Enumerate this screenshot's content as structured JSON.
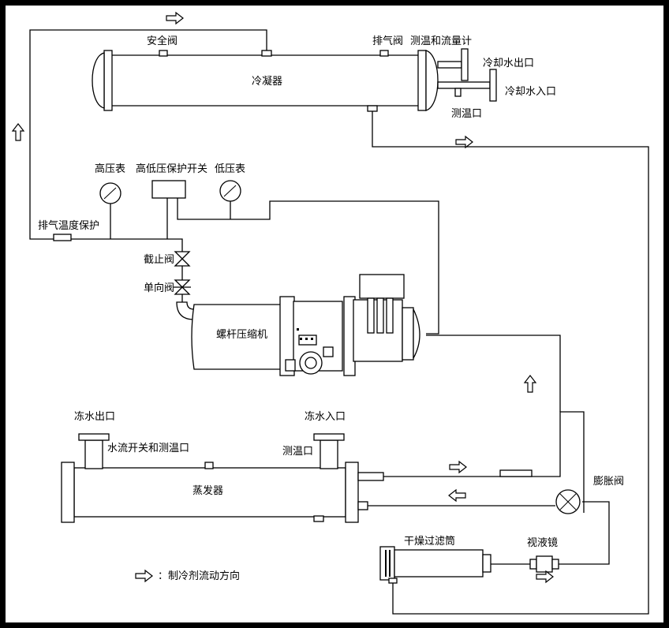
{
  "colors": {
    "background": "#000000",
    "panel": "#ffffff",
    "ink": "#000000"
  },
  "labels": {
    "safety_valve": "安全阀",
    "vent_valve": "排气阀",
    "temp_flow_meter": "测温和流量计",
    "condenser": "冷凝器",
    "cooling_water_outlet": "冷却水出口",
    "cooling_water_inlet": "冷却水入口",
    "temp_port_condenser": "测温口",
    "high_pressure_gauge": "高压表",
    "hl_pressure_switch": "高低压保护开关",
    "low_pressure_gauge": "低压表",
    "discharge_temp_protection": "排气温度保护",
    "stop_valve": "截止阀",
    "check_valve": "单向阀",
    "screw_compressor": "螺杆压缩机",
    "chilled_water_outlet": "冻水出口",
    "chilled_water_inlet": "冻水入口",
    "flow_switch_temp_port": "水流开关和测温口",
    "temp_port_evaporator": "测温口",
    "evaporator": "蒸发器",
    "expansion_valve": "膨胀阀",
    "dry_filter": "干燥过滤筒",
    "sight_glass": "视液镜",
    "legend": "：制冷剂流动方向"
  },
  "icons": {
    "flow_arrow": "hollow-arrow-icon",
    "gauge": "pressure-gauge-icon",
    "valve": "bowtie-valve-icon"
  }
}
